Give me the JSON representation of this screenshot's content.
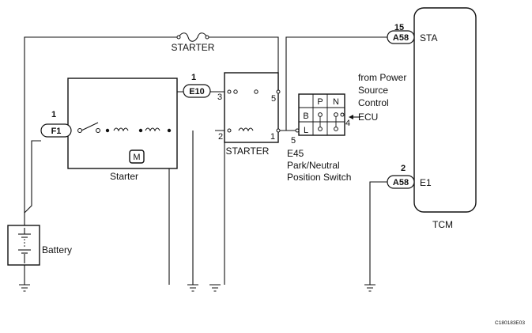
{
  "figure_id": "C180183E03",
  "fuse": {
    "label": "STARTER"
  },
  "starter": {
    "label": "Starter",
    "motor_symbol": "M"
  },
  "relay": {
    "label": "STARTER"
  },
  "battery": {
    "label": "Battery"
  },
  "tcm": {
    "label": "TCM"
  },
  "connectors": {
    "f1": {
      "id": "F1",
      "pin": "1"
    },
    "e10": {
      "id": "E10",
      "pin": "1"
    },
    "a58_sta": {
      "id": "A58",
      "pin": "15",
      "signal": "STA"
    },
    "a58_e1": {
      "id": "A58",
      "pin": "2",
      "signal": "E1"
    }
  },
  "relay_pins": {
    "p1": "1",
    "p2": "2",
    "p3": "3",
    "p5": "5"
  },
  "pnp_switch": {
    "connector": "E45",
    "name_line1": "Park/Neutral",
    "name_line2": "Position Switch",
    "col_headers": [
      "P",
      "N"
    ],
    "row_labels": [
      "B",
      "L"
    ],
    "pin_left": "5",
    "pin_right": "4"
  },
  "power_source_note": [
    "from Power",
    "Source",
    "Control",
    "ECU"
  ]
}
